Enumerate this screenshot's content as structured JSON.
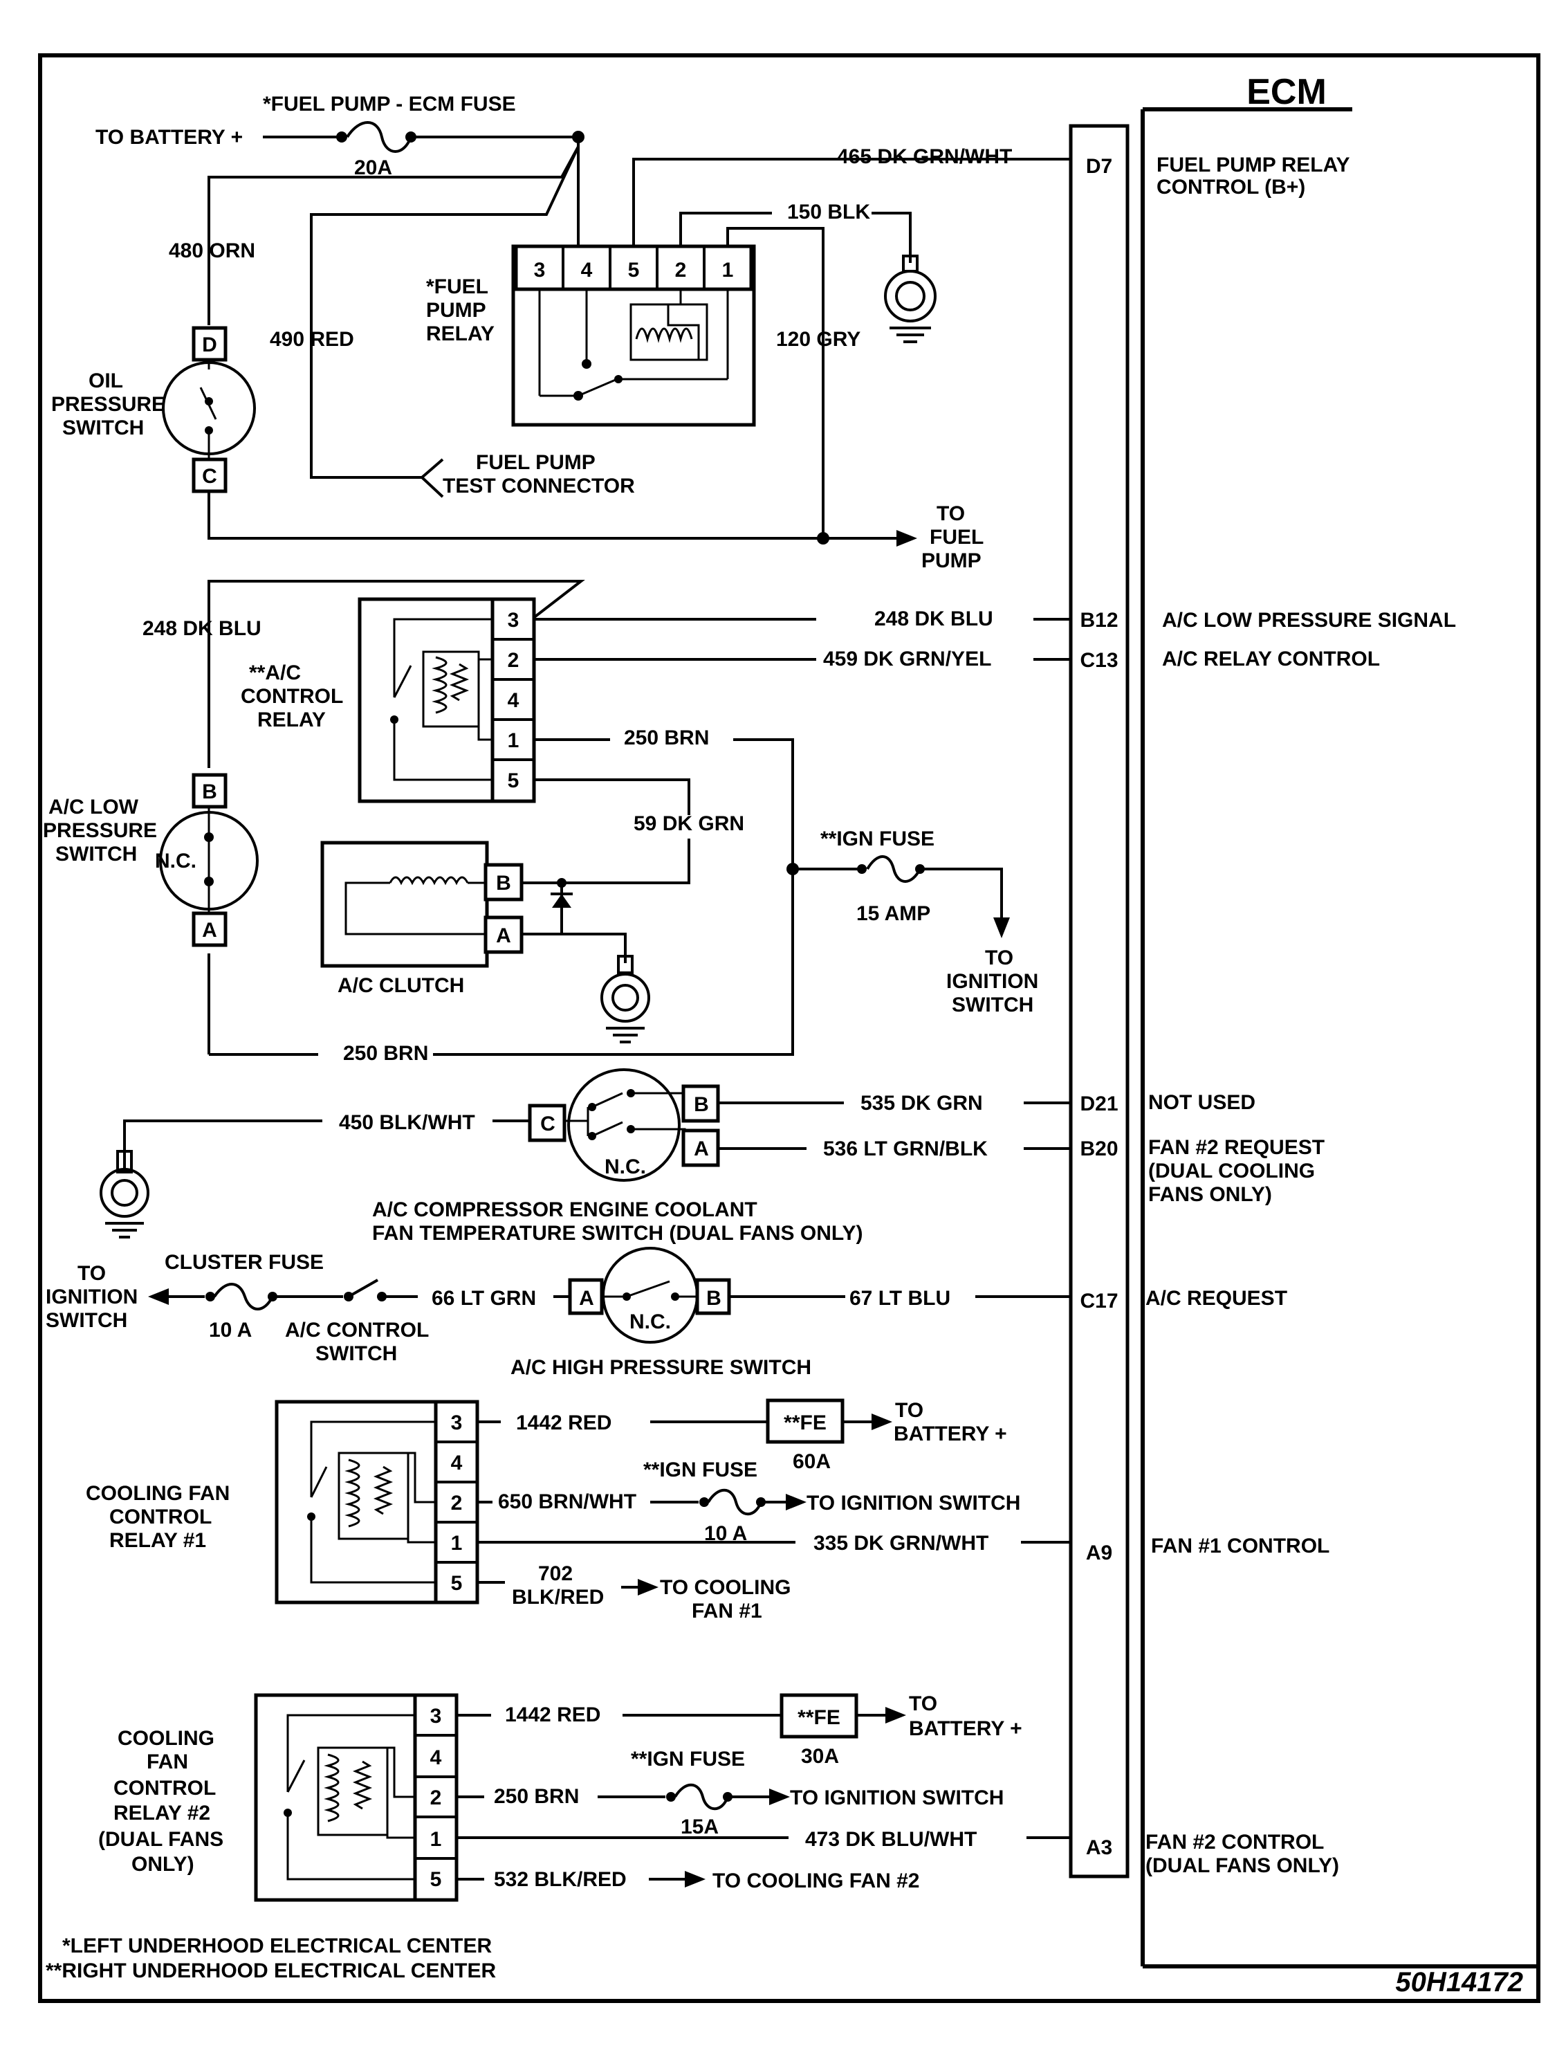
{
  "ecm": {
    "title": "ECM",
    "pins": [
      {
        "pin": "D7",
        "function_lines": [
          "FUEL PUMP RELAY",
          "CONTROL (B+)"
        ]
      },
      {
        "pin": "B12",
        "function_lines": [
          "A/C LOW PRESSURE SIGNAL"
        ]
      },
      {
        "pin": "C13",
        "function_lines": [
          "A/C RELAY CONTROL"
        ]
      },
      {
        "pin": "D21",
        "function_lines": [
          "NOT USED"
        ]
      },
      {
        "pin": "B20",
        "function_lines": [
          "FAN #2 REQUEST",
          "(DUAL COOLING",
          "FANS ONLY)"
        ]
      },
      {
        "pin": "C17",
        "function_lines": [
          "A/C REQUEST"
        ]
      },
      {
        "pin": "A9",
        "function_lines": [
          "FAN #1 CONTROL"
        ]
      },
      {
        "pin": "A3",
        "function_lines": [
          "FAN #2 CONTROL",
          "(DUAL FANS ONLY)"
        ]
      }
    ]
  },
  "fuel_pump_section": {
    "to_battery": "TO BATTERY +",
    "fuse_name": "*FUEL PUMP - ECM FUSE",
    "fuse_rating": "20A",
    "relay_label_lines": [
      "*FUEL",
      "PUMP",
      "RELAY"
    ],
    "relay_pins": [
      "3",
      "4",
      "5",
      "2",
      "1"
    ],
    "oil_switch_label_lines": [
      "OIL",
      "PRESSURE",
      "SWITCH"
    ],
    "oil_switch_pins": [
      "D",
      "C"
    ],
    "test_connector_lines": [
      "FUEL PUMP",
      "TEST CONNECTOR"
    ],
    "to_fuel_pump_lines": [
      "TO",
      "FUEL",
      "PUMP"
    ],
    "wires": {
      "w480": "480 ORN",
      "w490": "490 RED",
      "w465": "465 DK GRN/WHT",
      "w150": "150 BLK",
      "w120": "120 GRY"
    }
  },
  "ac_section": {
    "relay_label_lines": [
      "**A/C",
      "CONTROL",
      "RELAY"
    ],
    "relay_pins": [
      "3",
      "2",
      "4",
      "1",
      "5"
    ],
    "low_pressure_switch_lines": [
      "A/C LOW",
      "PRESSURE",
      "SWITCH"
    ],
    "low_pressure_pins": [
      "B",
      "A"
    ],
    "nc": "N.C.",
    "clutch_label": "A/C CLUTCH",
    "clutch_pins": [
      "B",
      "A"
    ],
    "ign_fuse_name": "**IGN FUSE",
    "ign_fuse_rating": "15 AMP",
    "to_ignition_lines": [
      "TO",
      "IGNITION",
      "SWITCH"
    ],
    "wires": {
      "w248_left": "248 DK BLU",
      "w248_right": "248  DK BLU",
      "w459": "459  DK GRN/YEL",
      "w250_top": "250 BRN",
      "w59": "59  DK GRN",
      "w250_bottom": "250 BRN"
    }
  },
  "temp_switch_section": {
    "pins": [
      "C",
      "B",
      "A"
    ],
    "nc": "N.C.",
    "label_lines": [
      "A/C COMPRESSOR ENGINE COOLANT",
      "FAN TEMPERATURE SWITCH (DUAL FANS ONLY)"
    ],
    "wires": {
      "w450": "450 BLK/WHT",
      "w535": "535  DK GRN",
      "w536": "536  LT GRN/BLK"
    }
  },
  "high_pressure_section": {
    "to_ignition_lines": [
      "TO",
      "IGNITION",
      "SWITCH"
    ],
    "cluster_fuse": "CLUSTER FUSE",
    "fuse_rating": "10 A",
    "control_switch_lines": [
      "A/C CONTROL",
      "SWITCH"
    ],
    "pins": [
      "A",
      "B"
    ],
    "nc": "N.C.",
    "label": "A/C HIGH PRESSURE SWITCH",
    "wires": {
      "w66": "66  LT GRN",
      "w67": "67 LT BLU"
    }
  },
  "fan1_section": {
    "relay_label_lines": [
      "COOLING FAN",
      "CONTROL",
      "RELAY #1"
    ],
    "relay_pins": [
      "3",
      "4",
      "2",
      "1",
      "5"
    ],
    "fuse_fe": "**FE",
    "fe_rating": "60A",
    "to_battery_lines": [
      "TO",
      "BATTERY +"
    ],
    "ign_fuse_name": "**IGN FUSE",
    "ign_fuse_rating": "10 A",
    "to_ignition": "TO IGNITION SWITCH",
    "to_fan_lines": [
      "TO COOLING",
      "FAN #1"
    ],
    "wires": {
      "w1442": "1442 RED",
      "w650": "650 BRN/WHT",
      "w335": "335  DK GRN/WHT",
      "w702_lines": [
        "702",
        "BLK/RED"
      ]
    }
  },
  "fan2_section": {
    "relay_label_lines": [
      "COOLING",
      "FAN",
      "CONTROL",
      "RELAY #2",
      "(DUAL FANS",
      "ONLY)"
    ],
    "relay_pins": [
      "3",
      "4",
      "2",
      "1",
      "5"
    ],
    "fuse_fe": "**FE",
    "fe_rating": "30A",
    "to_battery_lines": [
      "TO",
      "BATTERY +"
    ],
    "ign_fuse_name": "**IGN FUSE",
    "ign_fuse_rating": "15A",
    "to_ignition": "TO IGNITION SWITCH",
    "to_fan": "TO COOLING FAN #2",
    "wires": {
      "w1442": "1442 RED",
      "w250": "250 BRN",
      "w473": "473  DK BLU/WHT",
      "w532": "532  BLK/RED"
    }
  },
  "footnotes": [
    "*LEFT UNDERHOOD ELECTRICAL CENTER",
    "**RIGHT UNDERHOOD ELECTRICAL CENTER"
  ],
  "figure_code": "50H14172"
}
